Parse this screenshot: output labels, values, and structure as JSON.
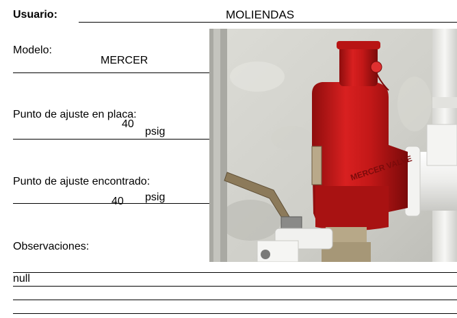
{
  "header": {
    "usuario_label": "Usuario:",
    "usuario_value": "MOLIENDAS"
  },
  "fields": {
    "modelo_label": "Modelo:",
    "modelo_value": "MERCER",
    "placa_label": "Punto de ajuste en placa:",
    "placa_value": "40",
    "placa_unit": "psig",
    "encontrado_label": "Punto de ajuste encontrado:",
    "encontrado_value": "40",
    "encontrado_unit": "psig",
    "observaciones_label": "Observaciones:",
    "observaciones_value": "null"
  },
  "photo": {
    "subject": "relief-valve-photo",
    "valve_color": "#c81a1a",
    "plate_text": "MERCER VALVE"
  }
}
